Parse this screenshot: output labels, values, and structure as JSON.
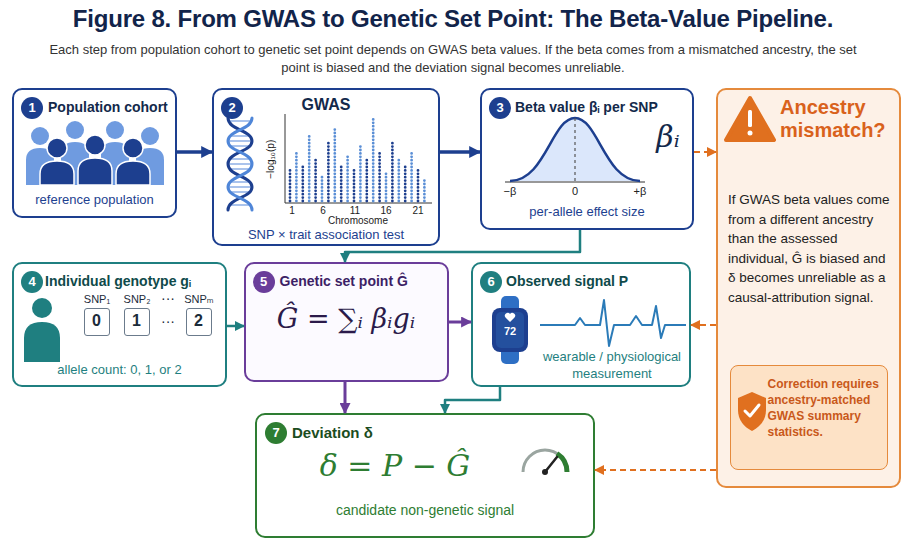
{
  "diagram": {
    "title": "Figure 8. From GWAS to Genetic Set Point: The Beta-Value Pipeline.",
    "caption": "Each step from population cohort to genetic set point depends on GWAS beta values. If the beta comes from a mismatched ancestry, the set point is biased and the deviation signal becomes unreliable.",
    "nodes": [
      {
        "text": [
          "1",
          "Population cohort",
          "reference population"
        ]
      },
      {
        "text": [
          "2",
          "GWAS",
          "SNP × trait association test"
        ]
      },
      {
        "text": [
          "3",
          "Beta value βᵢ per SNP",
          "per-allele effect size"
        ]
      },
      {
        "text": [
          "Ancestry mismatch?",
          "If GWAS beta values come from a different ancestry than the assessed individual, Ĝ is biased and δ becomes unreliable as a causal-attribution signal."
        ]
      },
      {
        "text": [
          "Correction requires ancestry-matched GWAS summary statistics."
        ],
        "in": 3
      },
      {
        "text": [
          "4",
          "Individual genotype gᵢ",
          "allele count: 0, 1, or 2"
        ]
      },
      {
        "text": [
          "0"
        ],
        "in": 5
      },
      {
        "text": [
          "1"
        ],
        "in": 5
      },
      {
        "text": [
          "2"
        ],
        "in": 5
      },
      {
        "text": [
          "5",
          "Genetic set point Ĝ",
          "Ĝ = ∑ᵢ βᵢgᵢ"
        ]
      },
      {
        "text": [
          "6",
          "Observed signal P",
          "wearable / physiological measurement"
        ]
      },
      {
        "text": [
          "7",
          "Deviation δ",
          "δ = P − Ĝ",
          "candidate non-genetic signal"
        ]
      }
    ],
    "edges": [
      {
        "from": 0,
        "to": 1,
        "arrow": "to"
      },
      {
        "from": 1,
        "to": 2,
        "arrow": "to"
      },
      {
        "from": 2,
        "to": 3,
        "arrow": "to"
      },
      {
        "from": 2,
        "to": 9,
        "arrow": "to"
      },
      {
        "from": 5,
        "to": 9,
        "arrow": "to"
      },
      {
        "from": 9,
        "to": 10,
        "arrow": "to"
      },
      {
        "from": 9,
        "to": 11,
        "arrow": "to"
      },
      {
        "from": 10,
        "to": 11,
        "arrow": "to"
      },
      {
        "from": 3,
        "to": 10,
        "arrow": "to"
      },
      {
        "from": 3,
        "to": 11,
        "arrow": "to"
      }
    ],
    "labels": [
      "−log₁₀(p)",
      "1",
      "6",
      "11",
      "16",
      "21",
      "Chromosome",
      "−β",
      "0",
      "+β",
      "βᵢ",
      "SNP₁",
      "SNP₂",
      "···",
      "SNPₘ",
      "···",
      "72"
    ]
  }
}
